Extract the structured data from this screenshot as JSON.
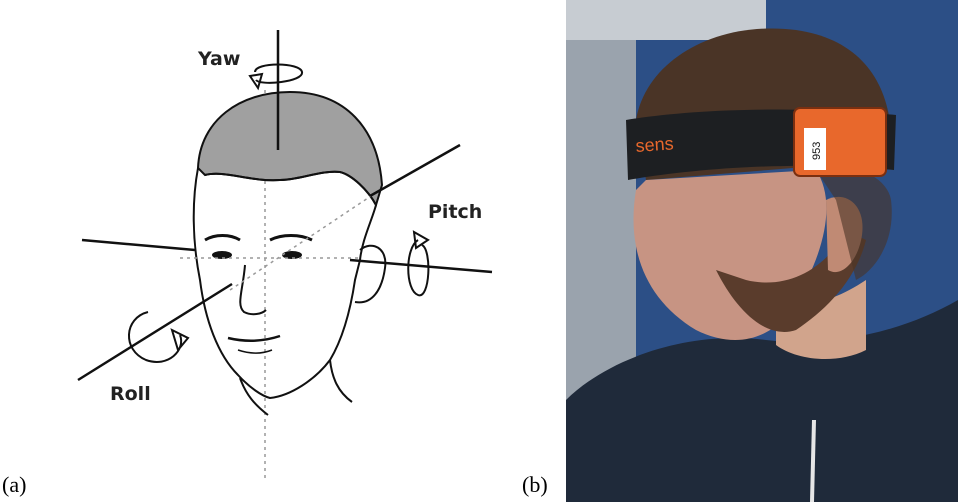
{
  "panel_a": {
    "label": "(a)",
    "axes": {
      "yaw": "Yaw",
      "pitch": "Pitch",
      "roll": "Roll"
    }
  },
  "panel_b": {
    "label": "(b)",
    "headband": {
      "brand_text": "sens",
      "device_id": "953"
    }
  },
  "colors": {
    "hair": "#a0a0a0",
    "line": "#111111",
    "jacket": "#1f2a3a",
    "wall": "#2c4f86",
    "headband": "#1d1f22",
    "sensor": "#e8682c"
  }
}
